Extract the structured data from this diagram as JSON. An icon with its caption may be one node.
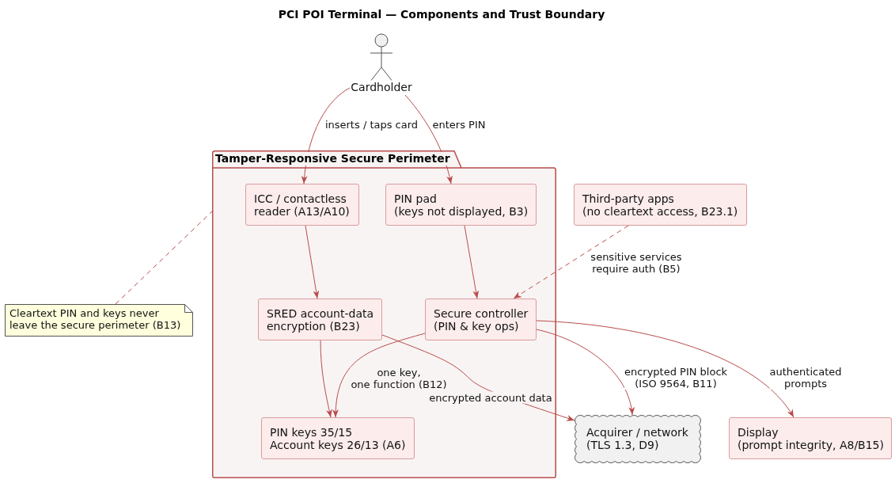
{
  "diagram": {
    "title": "PCI POI Terminal — Components and Trust Boundary",
    "nodes": [
      {
        "text": [
          "Cardholder"
        ]
      },
      {
        "text": [
          "Tamper-Responsive Secure Perimeter"
        ]
      },
      {
        "text": [
          "ICC / contactless reader (A13/A10)"
        ],
        "in": 1
      },
      {
        "text": [
          "PIN pad (keys not displayed, B3)"
        ],
        "in": 1
      },
      {
        "text": [
          "SRED account-data encryption (B23)"
        ],
        "in": 1
      },
      {
        "text": [
          "Secure controller (PIN & key ops)"
        ],
        "in": 1
      },
      {
        "text": [
          "PIN keys 35/15 Account keys 26/13 (A6)"
        ],
        "in": 1
      },
      {
        "text": [
          "Third-party apps (no cleartext access, B23.1)"
        ]
      },
      {
        "text": [
          "Acquirer / network (TLS 1.3, D9)"
        ]
      },
      {
        "text": [
          "Display (prompt integrity, A8/B15)"
        ]
      },
      {
        "text": [
          "Cleartext PIN and keys never leave the secure perimeter (B13)"
        ]
      }
    ],
    "edges": [
      {
        "from": 0,
        "to": 2,
        "arrow": "to",
        "label": "inserts / taps card"
      },
      {
        "from": 0,
        "to": 3,
        "arrow": "to",
        "label": "enters PIN"
      },
      {
        "from": 2,
        "to": 4,
        "arrow": "to"
      },
      {
        "from": 3,
        "to": 5,
        "arrow": "to"
      },
      {
        "from": 7,
        "to": 5,
        "arrow": "to",
        "label": "sensitive services require auth (B5)",
        "style": "dashed"
      },
      {
        "from": 4,
        "to": 6,
        "arrow": "to"
      },
      {
        "from": 5,
        "to": 6,
        "arrow": "to",
        "label": "one key, one function (B12)"
      },
      {
        "from": 4,
        "to": 8,
        "arrow": "to",
        "label": "encrypted account data"
      },
      {
        "from": 5,
        "to": 8,
        "arrow": "to",
        "label": "encrypted PIN block (ISO 9564, B11)"
      },
      {
        "from": 5,
        "to": 9,
        "arrow": "to",
        "label": "authenticated prompts"
      },
      {
        "from": 10,
        "to": 1,
        "arrow": "none",
        "style": "dashed"
      }
    ]
  }
}
